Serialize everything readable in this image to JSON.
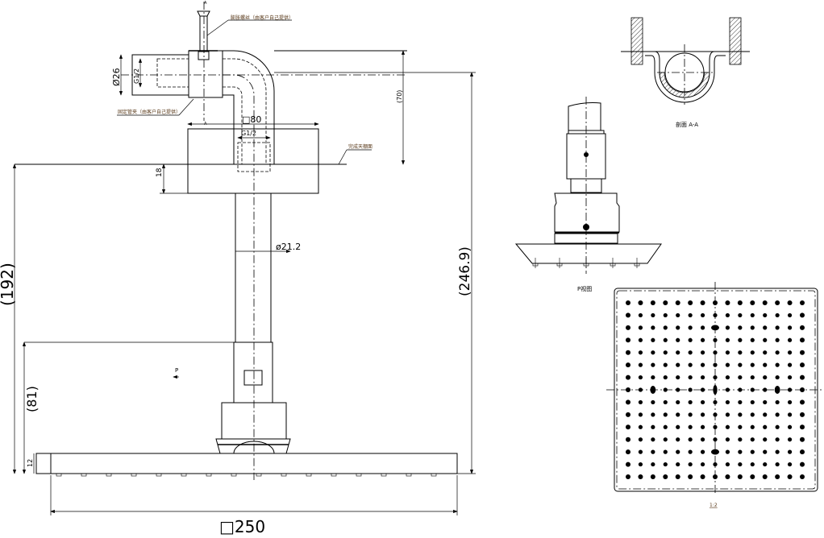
{
  "notes": {
    "screw": "膨胀螺丝（由客户自己提供）",
    "clamp": "固定管夹（由客户自己提供）",
    "ceiling": "完成天棚面",
    "section_mark": "A"
  },
  "dimensions": {
    "pipe_dia": "Ø26",
    "thread_top": "G1/2",
    "thread_block": "G1/2",
    "block_size": "□80",
    "block_height": "18",
    "elbow_height": "(70)",
    "tube_dia": "ø21.2",
    "total_ceiling": "(192)",
    "lower": "(81)",
    "head_thick": "12",
    "overall": "(246.9)",
    "head_size": "□250"
  },
  "views": {
    "p_arrow": "P",
    "section_label": "剖面 A-A",
    "p_view_label": "P视图",
    "scale": "1:2"
  },
  "nozzle_grid": {
    "rows": 15,
    "cols": 15
  }
}
